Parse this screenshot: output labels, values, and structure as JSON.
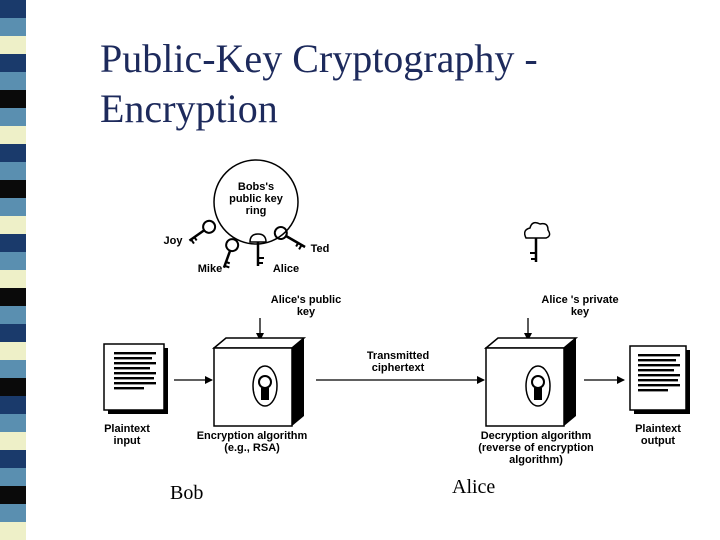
{
  "title": {
    "line1": "Public-Key Cryptography -",
    "line2": "Encryption"
  },
  "strip_colors": [
    "#1a3a6b",
    "#5a8fb0",
    "#eef0c8",
    "#0a0a0a"
  ],
  "diagram": {
    "key_ring": {
      "line1": "Bobs's",
      "line2": "public key",
      "line3": "ring"
    },
    "keys": {
      "joy": "Joy",
      "mike": "Mike",
      "alice": "Alice",
      "ted": "Ted"
    },
    "alice_public_key": {
      "line1": "Alice's public",
      "line2": "key"
    },
    "alice_private_key": {
      "line1": "Alice 's private",
      "line2": "key"
    },
    "transmitted": {
      "line1": "Transmitted",
      "line2": "ciphertext"
    },
    "plaintext_input": {
      "line1": "Plaintext",
      "line2": "input"
    },
    "plaintext_output": {
      "line1": "Plaintext",
      "line2": "output"
    },
    "encryption": {
      "line1": "Encryption algorithm",
      "line2": "(e.g., RSA)"
    },
    "decryption": {
      "line1": "Decryption algorithm",
      "line2": "(reverse of encryption",
      "line3": "algorithm)"
    }
  },
  "captions": {
    "bob": "Bob",
    "alice": "Alice"
  }
}
